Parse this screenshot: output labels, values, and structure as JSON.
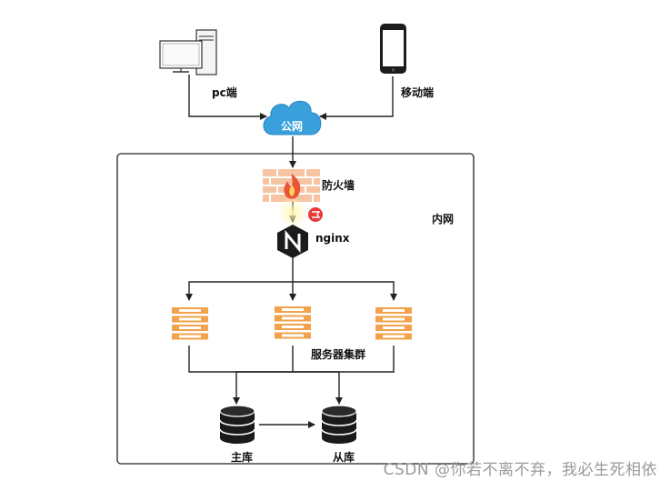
{
  "nodes": {
    "pc": "pc端",
    "mobile": "移动端",
    "internet": "公网",
    "firewall": "防火墙",
    "intranet": "内网",
    "nginx": "nginx",
    "server_cluster": "服务器集群",
    "master_db": "主库",
    "slave_db": "从库"
  },
  "watermark": "CSDN @你若不离不弃，我必生死相依",
  "colors": {
    "cloud": "#3aa0dc",
    "firewall": "#f0a070",
    "server": "#f2a24a",
    "nginx": "#1a1a1a",
    "database": "#1a1a1a",
    "line": "#222222"
  }
}
